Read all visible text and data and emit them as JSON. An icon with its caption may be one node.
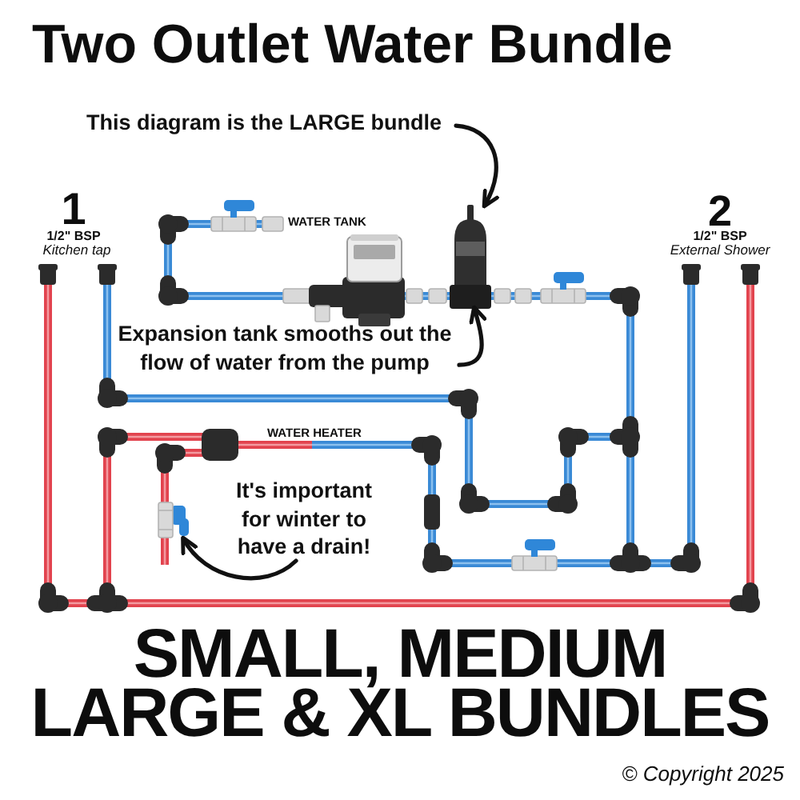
{
  "diagram": {
    "title": "Two Outlet Water Bundle",
    "nodes": [
      {
        "text": [
          "This diagram is the LARGE bundle"
        ]
      },
      {
        "text": [],
        "shape": "picture"
      },
      {
        "text": [
          "Expansion tank smooths out the flow of water from the pump"
        ]
      },
      {
        "text": [
          "It's important for winter to have a drain!"
        ]
      },
      {
        "text": [],
        "shape": "picture"
      }
    ],
    "edges": [
      {
        "from": 0,
        "to": 1,
        "arrow": "to"
      },
      {
        "from": 2,
        "to": 1,
        "arrow": "to"
      },
      {
        "from": 3,
        "to": 4,
        "arrow": "to"
      }
    ],
    "labels": [
      "1",
      "1/2\" BSP",
      "Kitchen tap",
      "WATER TANK",
      "2",
      "1/2\" BSP",
      "External Shower",
      "WATER HEATER",
      "SMALL, MEDIUM LARGE & XL BUNDLES",
      "© Copyright 2025"
    ]
  }
}
